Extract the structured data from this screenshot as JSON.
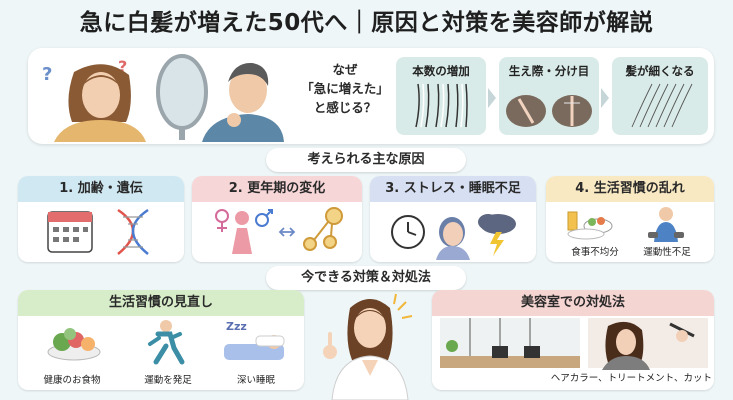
{
  "title": "急に白髪が増えた50代へ｜原因と対策を美容師が解説",
  "intro": {
    "question_lines": [
      "なぜ",
      "「急に増えた」",
      "と感じる？"
    ],
    "symptoms": [
      {
        "label": "本数の増加"
      },
      {
        "label": "生え際・分け目"
      },
      {
        "label": "髪が細くなる"
      }
    ]
  },
  "causes": {
    "heading": "考えられる主な原因",
    "items": [
      {
        "label": "1. 加齢・遺伝",
        "color": "#cfe8f2"
      },
      {
        "label": "2. 更年期の変化",
        "color": "#f7d6d8"
      },
      {
        "label": "3. ストレス・睡眠不足",
        "color": "#d7dff2"
      },
      {
        "label": "4. 生活習慣の乱れ",
        "color": "#f8e9c2",
        "captions": [
          "食事不均分",
          "運動性不足"
        ]
      }
    ]
  },
  "measures": {
    "heading": "今できる対策＆対処法",
    "lifestyle": {
      "heading": "生活習慣の見直し",
      "items": [
        "健康のお食物",
        "運動を発足",
        "深い睡眠"
      ]
    },
    "salon": {
      "heading": "美容室での対処法",
      "caption": "ヘアカラー、トリートメント、カット"
    }
  },
  "icons": [
    "question-mark-icon",
    "mirror-icon",
    "calendar-icon",
    "dna-icon",
    "female-symbol-icon",
    "male-symbol-icon",
    "hormone-icon",
    "clock-icon",
    "storm-cloud-icon",
    "food-icon",
    "dumbbell-icon",
    "zzz-icon"
  ]
}
